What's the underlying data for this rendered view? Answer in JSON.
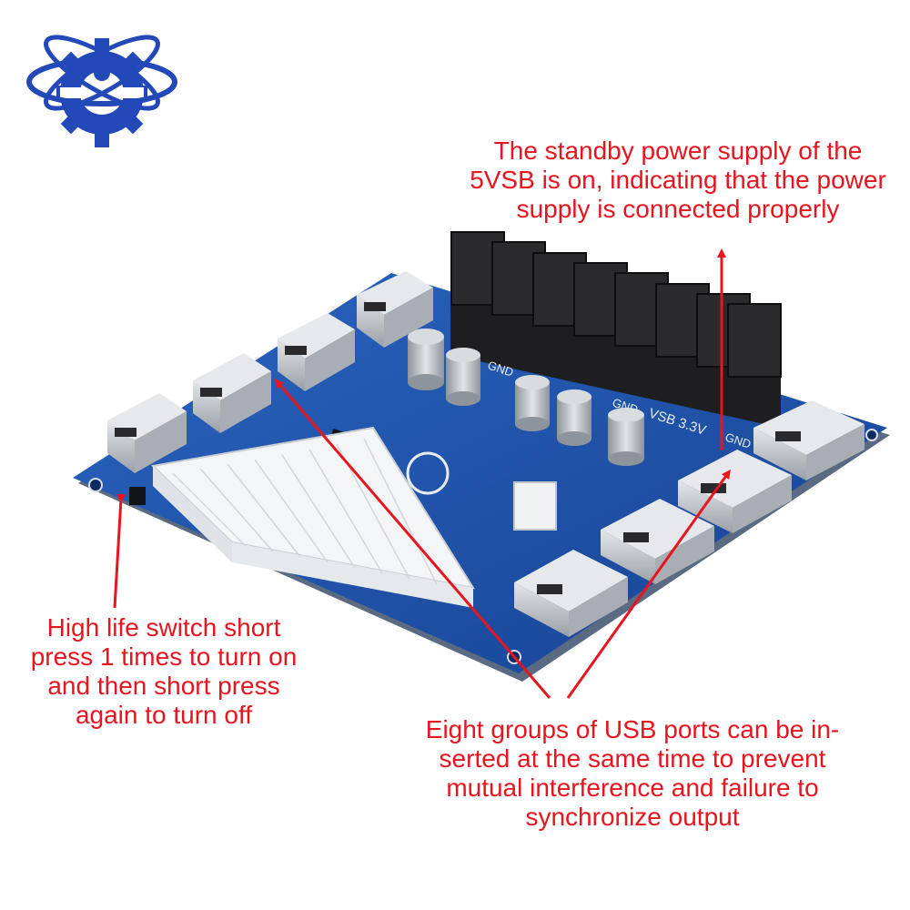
{
  "colors": {
    "annotation": "#e8141e",
    "board": "#1d4fa8",
    "board_light": "#2f6cc4",
    "board_edge": "#5a6a82",
    "logo_blue": "#2348b8",
    "usb_metal": "#c9ccd0",
    "terminal_black": "#1e1e20",
    "atx_white": "#f4f5f7",
    "capacitor": "#b8bcc2"
  },
  "icons": {
    "logo": "atom-gear-logo"
  },
  "silkscreen": {
    "gnd_left": "GND",
    "gnd_mid": "GND",
    "rail_label": "VSB 3.3V",
    "gnd_right": "GND"
  },
  "callouts": {
    "top": {
      "lines": [
        "The standby power supply of the",
        "5VSB is on, indicating that the power",
        "supply is connected properly"
      ]
    },
    "left": {
      "lines": [
        "High life switch short",
        "press 1 times to turn on",
        "and then short press",
        "again to turn off"
      ]
    },
    "bottom": {
      "lines": [
        "Eight groups of USB ports can be in-",
        "serted at the same time to prevent",
        "mutual interference and failure to",
        "synchronize output"
      ]
    }
  }
}
